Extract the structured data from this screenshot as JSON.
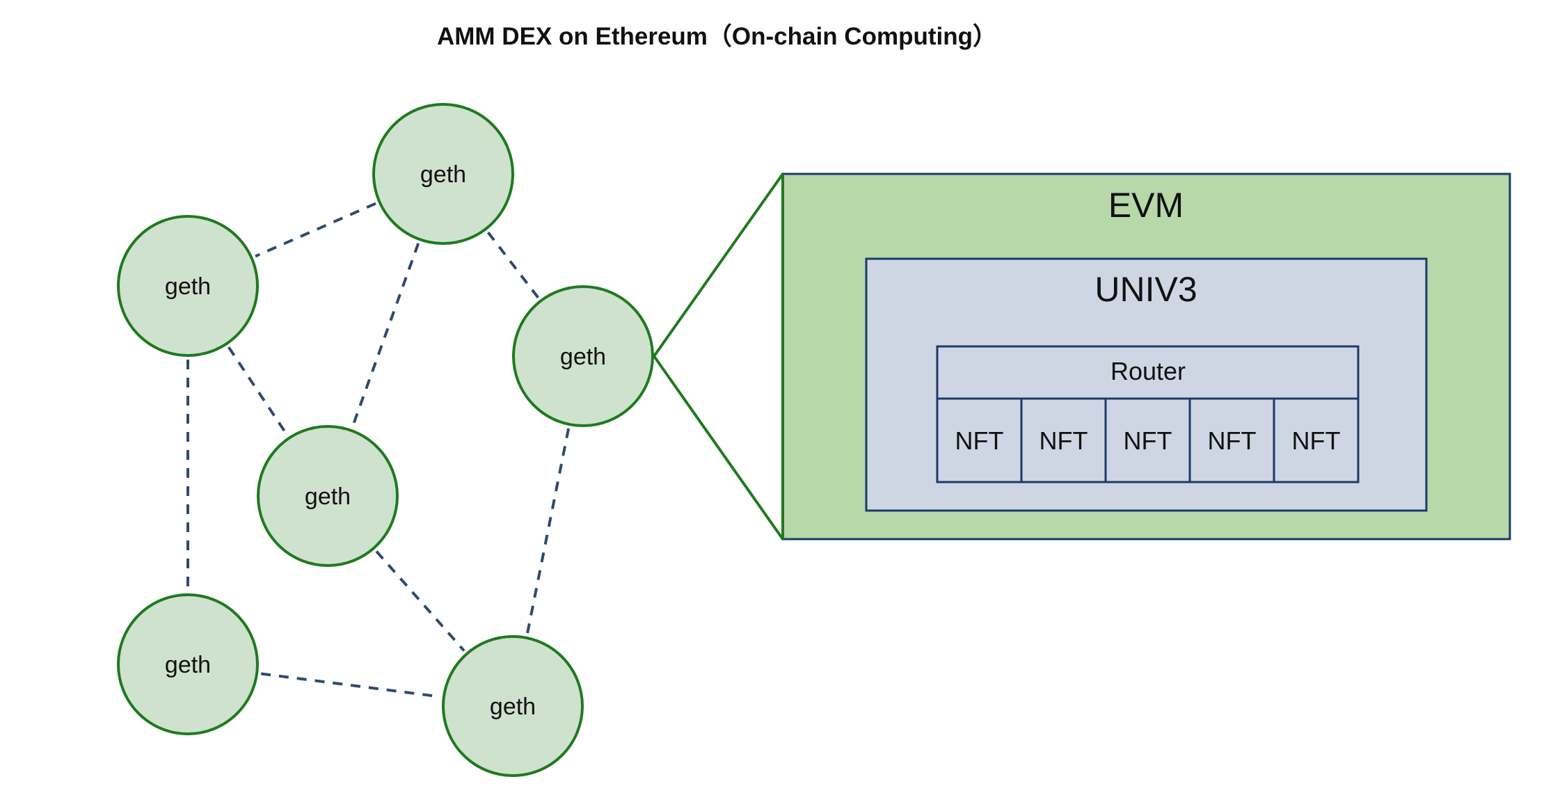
{
  "title": "AMM DEX on Ethereum（On-chain Computing）",
  "network": {
    "nodes": [
      {
        "id": "n1",
        "label": "geth"
      },
      {
        "id": "n2",
        "label": "geth"
      },
      {
        "id": "n3",
        "label": "geth"
      },
      {
        "id": "n4",
        "label": "geth"
      },
      {
        "id": "n5",
        "label": "geth"
      },
      {
        "id": "n6",
        "label": "geth"
      }
    ],
    "edges": [
      [
        "n1",
        "n2"
      ],
      [
        "n1",
        "n4"
      ],
      [
        "n1",
        "n3"
      ],
      [
        "n2",
        "n4"
      ],
      [
        "n2",
        "n5"
      ],
      [
        "n4",
        "n6"
      ],
      [
        "n3",
        "n6"
      ],
      [
        "n5",
        "n6"
      ]
    ]
  },
  "evm": {
    "label": "EVM",
    "univ3": {
      "label": "UNIV3",
      "router": {
        "label": "Router",
        "nfts": [
          "NFT",
          "NFT",
          "NFT",
          "NFT",
          "NFT"
        ]
      }
    }
  },
  "colors": {
    "node_fill": "#cfe2cd",
    "node_stroke": "#1f7a1f",
    "edge": "#2e4a6e",
    "evm_fill": "#b7d8a8",
    "evm_stroke": "#1b3a6b",
    "univ3_fill": "#cfd6e3",
    "box_stroke": "#1b3a6b",
    "zoom_line": "#1f7a1f"
  }
}
